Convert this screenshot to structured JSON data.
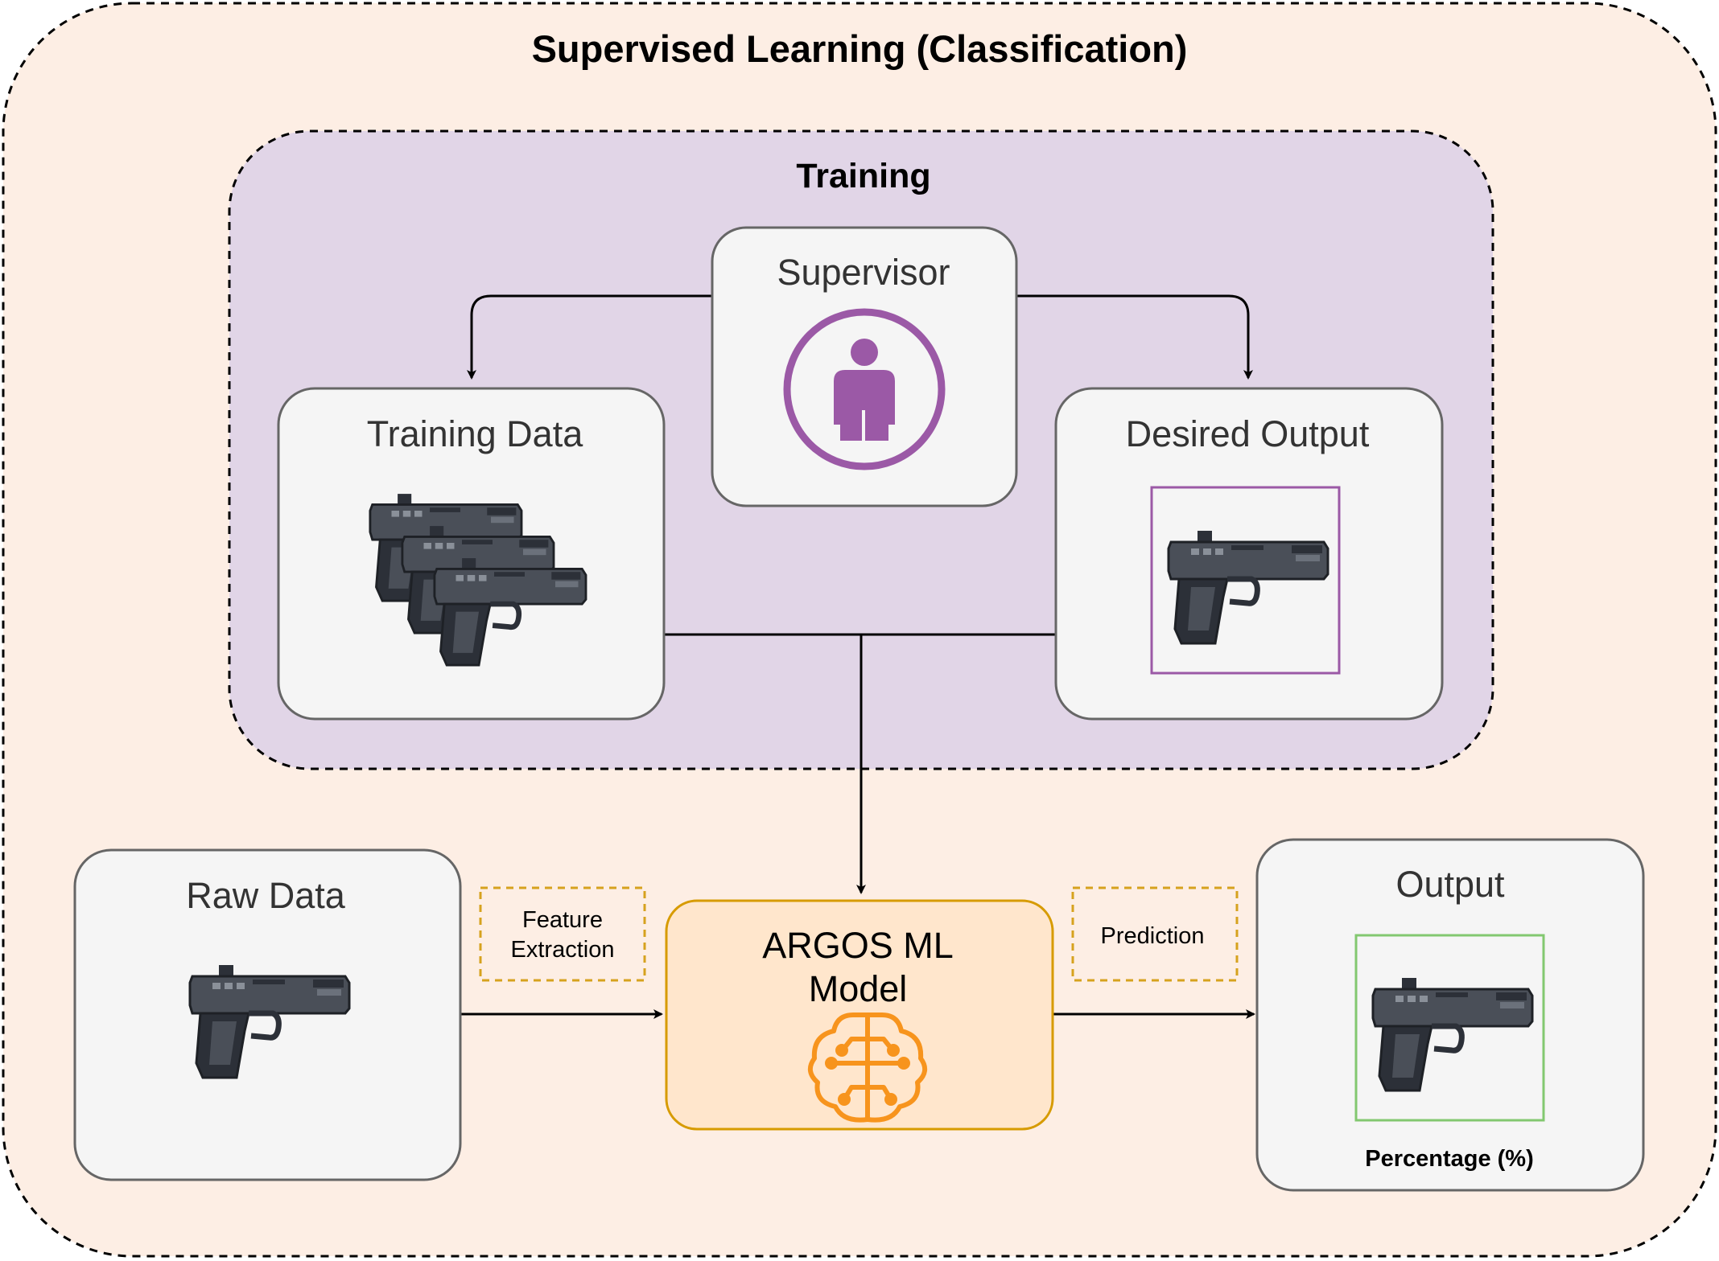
{
  "title": "Supervised Learning (Classification)",
  "training": {
    "title": "Training",
    "supervisor": {
      "label": "Supervisor",
      "icon": "person-icon"
    },
    "training_data": {
      "label": "Training Data",
      "icon": "pistol-stack-icon"
    },
    "desired_output": {
      "label": "Desired Output",
      "icon": "pistol-icon"
    }
  },
  "raw_data": {
    "label": "Raw Data",
    "icon": "pistol-icon"
  },
  "feature_extraction": {
    "line1": "Feature",
    "line2": "Extraction"
  },
  "model": {
    "line1": "ARGOS ML",
    "line2": "Model",
    "icon": "brain-circuit-icon"
  },
  "prediction": {
    "label": "Prediction"
  },
  "output": {
    "label": "Output",
    "caption": "Percentage (%)",
    "icon": "pistol-icon"
  },
  "colors": {
    "outer_fill": "#FDEEE4",
    "training_fill": "#E1D5E7",
    "box_fill": "#F5F5F5",
    "box_stroke": "#666666",
    "model_fill": "#FFE6CC",
    "model_stroke": "#D79B00",
    "label_box_stroke": "#D6A21E",
    "supervisor_purple": "#9B59A6",
    "output_frame_green": "#82C870",
    "pistol_body": "#2C3038",
    "pistol_slide": "#4A4F58",
    "brain_orange": "#F7941D"
  }
}
